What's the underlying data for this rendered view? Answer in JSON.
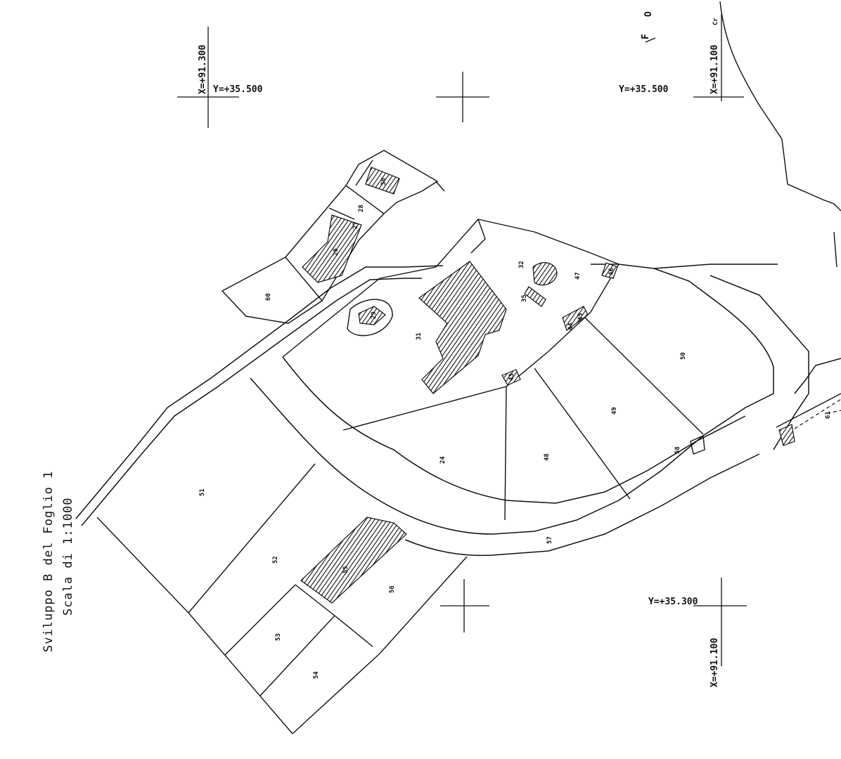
{
  "title": {
    "line1": "Sviluppo B del Foglio 1",
    "line2": "Scala di 1:1000"
  },
  "coordinates": {
    "top_left_x": "X=+91.300",
    "top_left_y": "Y=+35.500",
    "top_right_y": "Y=+35.500",
    "top_right_x": "X=+91.100",
    "bottom_right_y": "Y=+35.300",
    "bottom_right_x": "X=+91.100"
  },
  "corner_marks": {
    "letter_f": "F",
    "letter_o": "O",
    "top_right_fragment": "Cr"
  },
  "parcels": {
    "p24": "24",
    "p26": "26",
    "p27": "27",
    "p28": "28",
    "p29": "29",
    "p30": "30",
    "p31": "31",
    "p32": "32",
    "p35": "35",
    "p43": "43",
    "p44": "44",
    "p45": "45",
    "p46": "46",
    "p47": "47",
    "p48": "48",
    "p49": "49",
    "p50": "50",
    "p51": "51",
    "p52": "52",
    "p53": "53",
    "p54": "54",
    "p55": "55",
    "p56": "56",
    "p57": "57",
    "p58": "58",
    "p60": "60",
    "p61": "61"
  }
}
